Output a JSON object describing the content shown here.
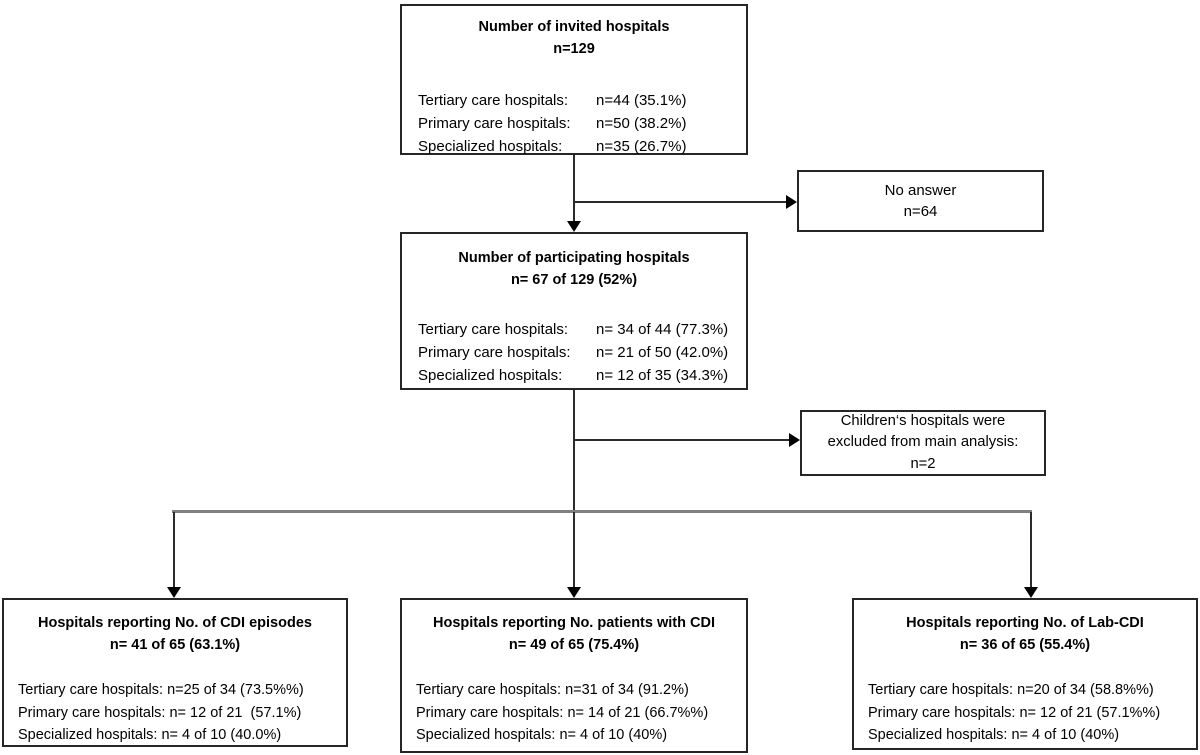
{
  "diagram": {
    "boxes": {
      "invited": {
        "title_line1": "Number of invited hospitals",
        "title_line2": "n=129",
        "rows": [
          {
            "label": "Tertiary care hospitals:",
            "value": "n=44 (35.1%)"
          },
          {
            "label": "Primary care hospitals:",
            "value": "n=50 (38.2%)"
          },
          {
            "label": "Specialized hospitals:",
            "value": "n=35 (26.7%)"
          }
        ]
      },
      "no_answer": {
        "line1": "No answer",
        "line2": "n=64"
      },
      "participating": {
        "title_line1": "Number of participating hospitals",
        "title_line2": "n= 67 of 129 (52%)",
        "rows": [
          {
            "label": "Tertiary care hospitals:",
            "value": "n= 34 of 44 (77.3%)"
          },
          {
            "label": "Primary care hospitals:",
            "value": "n= 21 of 50 (42.0%)"
          },
          {
            "label": "Specialized hospitals:",
            "value": "n= 12 of 35 (34.3%)"
          }
        ]
      },
      "excluded": {
        "line1": "Children‘s hospitals were",
        "line2": "excluded from main analysis:",
        "line3": "n=2"
      },
      "cdi_episodes": {
        "title_line1": "Hospitals reporting No. of CDI episodes",
        "title_line2": "n= 41 of 65 (63.1%)",
        "lines": [
          "Tertiary care hospitals: n=25 of 34 (73.5%%)",
          "Primary care hospitals: n= 12 of 21  (57.1%)",
          "Specialized hospitals: n= 4 of 10 (40.0%)"
        ]
      },
      "patients_with_cdi": {
        "title_line1": "Hospitals reporting No. patients with CDI",
        "title_line2": "n= 49 of 65 (75.4%)",
        "lines": [
          "Tertiary care hospitals: n=31 of 34 (91.2%)",
          "Primary care hospitals: n= 14 of 21 (66.7%%)",
          "Specialized hospitals: n= 4 of 10 (40%)"
        ]
      },
      "lab_cdi": {
        "title_line1": "Hospitals reporting No. of Lab-CDI",
        "title_line2": "n= 36 of 65 (55.4%)",
        "lines": [
          "Tertiary care hospitals: n=20 of 34 (58.8%%)",
          "Primary care hospitals: n= 12 of 21 (57.1%%)",
          "Specialized hospitals: n= 4 of 10 (40%)"
        ]
      }
    },
    "colors": {
      "background": "#ffffff",
      "box_border": "#262626",
      "connector_line": "#2b2b2b",
      "split_line": "#808080",
      "text": "#000000"
    }
  }
}
